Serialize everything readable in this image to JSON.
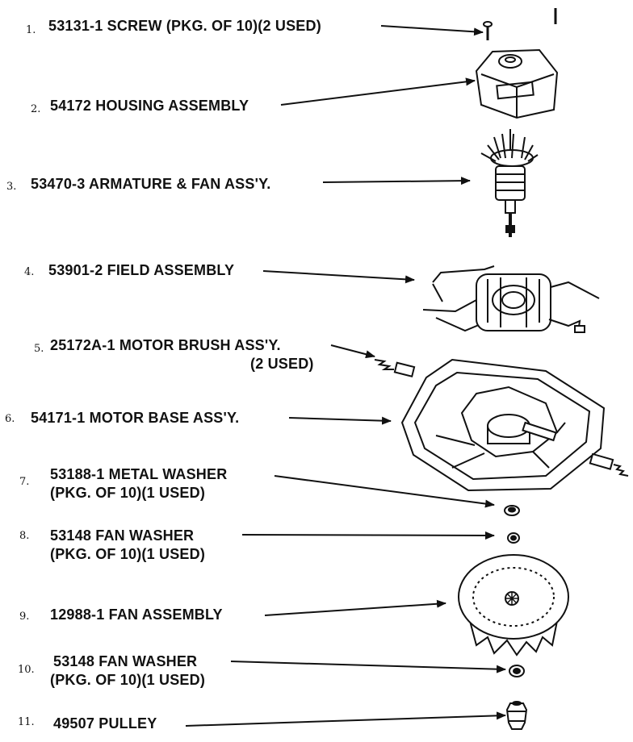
{
  "parts": [
    {
      "n": "1.",
      "lines": [
        "53131-1 SCREW (PKG. OF 10)(2 USED)"
      ],
      "icon": "screw-icon"
    },
    {
      "n": "2.",
      "lines": [
        "54172 HOUSING ASSEMBLY"
      ],
      "icon": "housing-icon"
    },
    {
      "n": "3.",
      "lines": [
        "53470-3 ARMATURE & FAN ASS'Y."
      ],
      "icon": "armature-fan-icon"
    },
    {
      "n": "4.",
      "lines": [
        "53901-2 FIELD ASSEMBLY"
      ],
      "icon": "field-assembly-icon"
    },
    {
      "n": "5.",
      "lines": [
        "25172A-1 MOTOR BRUSH ASS'Y.",
        "(2 USED)"
      ],
      "icon": "motor-brush-icon"
    },
    {
      "n": "6.",
      "lines": [
        "54171-1 MOTOR BASE ASS'Y."
      ],
      "icon": "motor-base-icon"
    },
    {
      "n": "7.",
      "lines": [
        "53188-1 METAL WASHER",
        "(PKG. OF 10)(1 USED)"
      ],
      "icon": "metal-washer-icon"
    },
    {
      "n": "8.",
      "lines": [
        "53148 FAN WASHER",
        "(PKG. OF 10)(1 USED)"
      ],
      "icon": "fan-washer-icon"
    },
    {
      "n": "9.",
      "lines": [
        "12988-1 FAN ASSEMBLY"
      ],
      "icon": "fan-assembly-icon"
    },
    {
      "n": "10.",
      "lines": [
        "53148 FAN WASHER",
        "(PKG. OF 10)(1 USED)"
      ],
      "icon": "fan-washer-icon"
    },
    {
      "n": "11.",
      "lines": [
        "49507 PULLEY"
      ],
      "icon": "pulley-icon"
    }
  ]
}
